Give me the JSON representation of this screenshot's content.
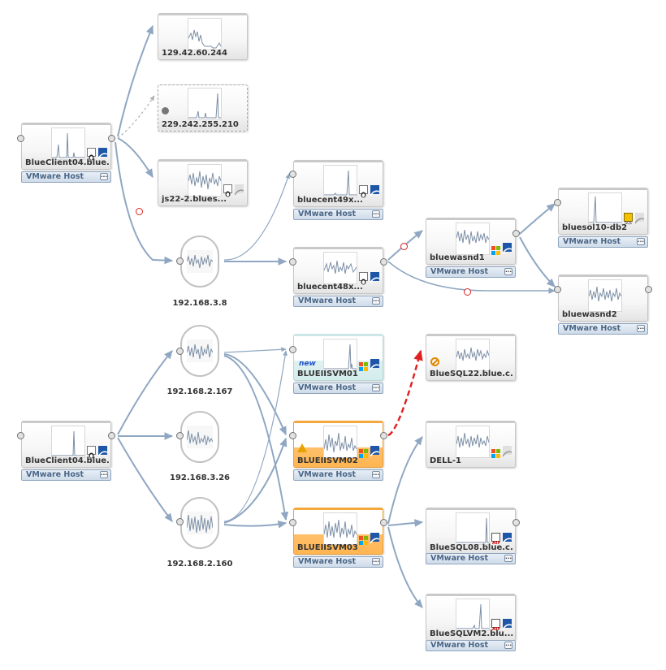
{
  "nodes": {
    "client_a": {
      "label": "BlueClient04.blue...",
      "host": "VMware Host"
    },
    "ip_244": {
      "label": "129.42.60.244"
    },
    "ip_210": {
      "label": "229.242.255.210"
    },
    "js22": {
      "label": "js22-2.blues..."
    },
    "cent49": {
      "label": "bluecent49x...",
      "host": "VMware Host"
    },
    "cent48": {
      "label": "bluecent48x...",
      "host": "VMware Host"
    },
    "wasnd1": {
      "label": "bluewasnd1",
      "host": "VMware Host"
    },
    "sol10": {
      "label": "bluesol10-db2",
      "host": "VMware Host"
    },
    "wasnd2": {
      "label": "bluewasnd2",
      "host": "VMware Host"
    },
    "iis01": {
      "label": "BLUEIISVM01",
      "host": "VMware Host",
      "tag": "new"
    },
    "sql22": {
      "label": "BlueSQL22.blue.c..."
    },
    "client_b": {
      "label": "BlueClient04.blue...",
      "host": "VMware Host"
    },
    "iis02": {
      "label": "BLUEIISVM02",
      "host": "VMware Host"
    },
    "dell1": {
      "label": "DELL-1"
    },
    "iis03": {
      "label": "BLUEIISVM03",
      "host": "VMware Host"
    },
    "sql08": {
      "label": "BlueSQL08.blue.c...",
      "host": "VMware Host"
    },
    "sqlvm2": {
      "label": "BlueSQLVM2.blu...",
      "host": "VMware Host"
    }
  },
  "hubs": {
    "h38": {
      "label": "192.168.3.8"
    },
    "h167": {
      "label": "192.168.2.167"
    },
    "h326": {
      "label": "192.168.3.26"
    },
    "h160": {
      "label": "192.168.2.160"
    }
  },
  "colors": {
    "edge": "#8fa7c2",
    "edge_dim": "#b7c5d6",
    "edge_alert": "#e01f1f",
    "host_text": "#4a6686"
  },
  "icons": {
    "linux": "linux-penguin-icon",
    "windows": "windows-flag-icon",
    "sql": "sql-icon",
    "clock": "clock-icon"
  }
}
